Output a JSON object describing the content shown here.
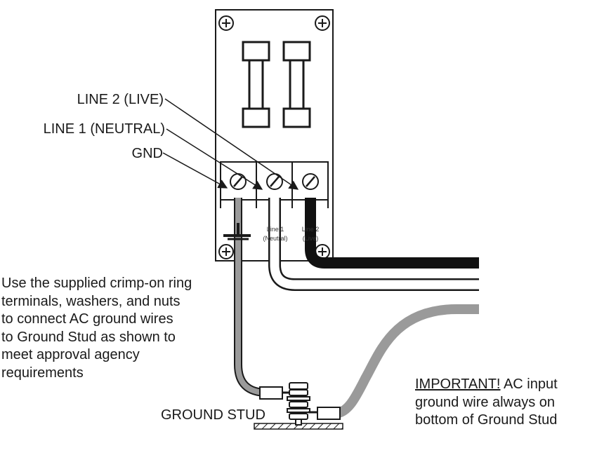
{
  "labels": {
    "line2": "LINE 2 (LIVE)",
    "line1": "LINE 1 (NEUTRAL)",
    "gnd": "GND",
    "ground_stud": "GROUND STUD"
  },
  "terminal_marks": {
    "line1_top": "Line 1",
    "line1_bottom": "(Neutral)",
    "line2_top": "Line 2",
    "line2_bottom": "(Live)"
  },
  "instruction_note": {
    "lines": [
      "Use the supplied crimp-on ring",
      "terminals, washers, and nuts",
      "to connect AC ground wires",
      "to Ground Stud as shown to",
      "meet approval agency",
      "requirements"
    ]
  },
  "important_note": {
    "emphasis": "IMPORTANT!",
    "line1_rest": " AC input",
    "line2": "ground wire always on",
    "line3": "bottom of Ground Stud"
  },
  "colors": {
    "outline": "#1a1a1a",
    "ground_wire": "#9a9a9a",
    "neutral_wire": "#ffffff",
    "live_wire": "#111111"
  },
  "icons": [
    "screw-icon",
    "fuse-icon",
    "ground-symbol-icon",
    "ring-terminal-icon"
  ]
}
